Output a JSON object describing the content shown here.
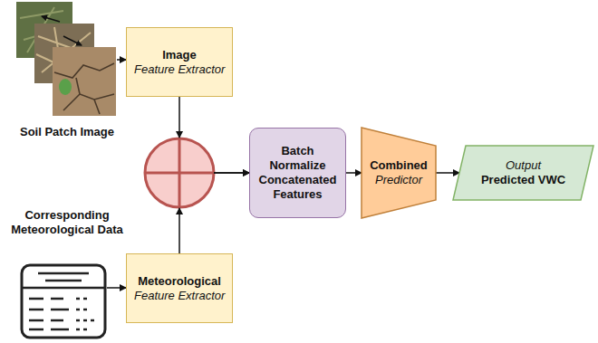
{
  "diagram": {
    "nodes": [
      {
        "text": [
          "Image",
          "Feature Extractor"
        ]
      },
      {
        "text": [
          "Meteorological",
          "Feature Extractor"
        ]
      },
      {
        "text": [
          "Batch Normalize Concatenated Features"
        ]
      },
      {
        "text": [
          "Combined",
          "Predictor"
        ]
      },
      {
        "text": [
          "Output",
          "Predicted VWC"
        ]
      }
    ],
    "edges": [
      {
        "from": 0,
        "to": 2,
        "arrow": "to"
      },
      {
        "from": 1,
        "to": 2,
        "arrow": "to"
      },
      {
        "from": 2,
        "to": 3,
        "arrow": "to"
      },
      {
        "from": 3,
        "to": 4,
        "arrow": "to"
      }
    ],
    "labels": [
      "Soil Patch Image",
      "Corresponding Meteorological Data"
    ]
  }
}
